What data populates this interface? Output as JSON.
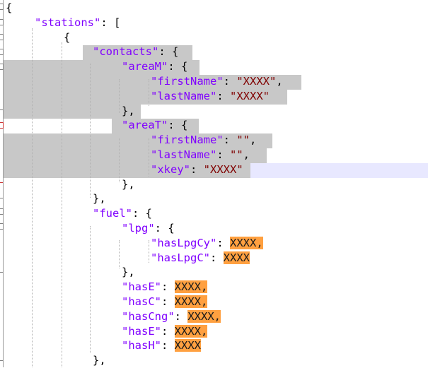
{
  "editor": {
    "lines": [
      {
        "indent": 0,
        "parts": [
          {
            "t": "punc",
            "v": "{"
          }
        ]
      },
      {
        "indent": 1,
        "parts": [
          {
            "t": "key",
            "v": "\"stations\""
          },
          {
            "t": "punc",
            "v": ": ["
          }
        ]
      },
      {
        "indent": 2,
        "parts": [
          {
            "t": "punc",
            "v": "{"
          }
        ]
      },
      {
        "indent": 3,
        "parts": [
          {
            "t": "key",
            "v": "\"contacts\""
          },
          {
            "t": "punc",
            "v": ": {"
          }
        ]
      },
      {
        "indent": 4,
        "parts": [
          {
            "t": "key",
            "v": "\"areaM\""
          },
          {
            "t": "punc",
            "v": ": {"
          }
        ]
      },
      {
        "indent": 5,
        "parts": [
          {
            "t": "key",
            "v": "\"firstName\""
          },
          {
            "t": "punc",
            "v": ": "
          },
          {
            "t": "str",
            "v": "\"XXXX\""
          },
          {
            "t": "punc",
            "v": ","
          }
        ]
      },
      {
        "indent": 5,
        "parts": [
          {
            "t": "key",
            "v": "\"lastName\""
          },
          {
            "t": "punc",
            "v": ": "
          },
          {
            "t": "str",
            "v": "\"XXXX\""
          }
        ]
      },
      {
        "indent": 4,
        "parts": [
          {
            "t": "punc",
            "v": "},"
          }
        ]
      },
      {
        "indent": 4,
        "parts": [
          {
            "t": "key",
            "v": "\"areaT\""
          },
          {
            "t": "punc",
            "v": ": {"
          }
        ]
      },
      {
        "indent": 5,
        "parts": [
          {
            "t": "key",
            "v": "\"firstName\""
          },
          {
            "t": "punc",
            "v": ": "
          },
          {
            "t": "str",
            "v": "\"\""
          },
          {
            "t": "punc",
            "v": ","
          }
        ]
      },
      {
        "indent": 5,
        "parts": [
          {
            "t": "key",
            "v": "\"lastName\""
          },
          {
            "t": "punc",
            "v": ": "
          },
          {
            "t": "str",
            "v": "\"\""
          },
          {
            "t": "punc",
            "v": ","
          }
        ]
      },
      {
        "indent": 5,
        "parts": [
          {
            "t": "key",
            "v": "\"xkey\""
          },
          {
            "t": "punc",
            "v": ": "
          },
          {
            "t": "str",
            "v": "\"XXXX\""
          }
        ]
      },
      {
        "indent": 4,
        "parts": [
          {
            "t": "punc",
            "v": "},"
          }
        ]
      },
      {
        "indent": 3,
        "parts": [
          {
            "t": "punc",
            "v": "},"
          }
        ]
      },
      {
        "indent": 3,
        "parts": [
          {
            "t": "key",
            "v": "\"fuel\""
          },
          {
            "t": "punc",
            "v": ": {"
          }
        ]
      },
      {
        "indent": 4,
        "parts": [
          {
            "t": "key",
            "v": "\"lpg\""
          },
          {
            "t": "punc",
            "v": ": {"
          }
        ]
      },
      {
        "indent": 5,
        "parts": [
          {
            "t": "key",
            "v": "\"hasLpgCy\""
          },
          {
            "t": "punc",
            "v": ": "
          },
          {
            "t": "mask",
            "v": "XXXX,"
          }
        ]
      },
      {
        "indent": 5,
        "parts": [
          {
            "t": "key",
            "v": "\"hasLpgC\""
          },
          {
            "t": "punc",
            "v": ": "
          },
          {
            "t": "mask",
            "v": "XXXX"
          }
        ]
      },
      {
        "indent": 4,
        "parts": [
          {
            "t": "punc",
            "v": "},"
          }
        ]
      },
      {
        "indent": 4,
        "parts": [
          {
            "t": "key",
            "v": "\"hasE\""
          },
          {
            "t": "punc",
            "v": ": "
          },
          {
            "t": "mask",
            "v": "XXXX,"
          }
        ]
      },
      {
        "indent": 4,
        "parts": [
          {
            "t": "key",
            "v": "\"hasC\""
          },
          {
            "t": "punc",
            "v": ": "
          },
          {
            "t": "mask",
            "v": "XXXX,"
          }
        ]
      },
      {
        "indent": 4,
        "parts": [
          {
            "t": "key",
            "v": "\"hasCng\""
          },
          {
            "t": "punc",
            "v": ": "
          },
          {
            "t": "mask",
            "v": "XXXX,"
          }
        ]
      },
      {
        "indent": 4,
        "parts": [
          {
            "t": "key",
            "v": "\"hasE\""
          },
          {
            "t": "punc",
            "v": ": "
          },
          {
            "t": "mask",
            "v": "XXXX,"
          }
        ]
      },
      {
        "indent": 4,
        "parts": [
          {
            "t": "key",
            "v": "\"hasH\""
          },
          {
            "t": "punc",
            "v": ": "
          },
          {
            "t": "mask",
            "v": "XXXX"
          }
        ]
      },
      {
        "indent": 3,
        "parts": [
          {
            "t": "punc",
            "v": "},"
          }
        ]
      }
    ]
  },
  "colors": {
    "key": "#8000ff",
    "string": "#800000",
    "selection": "#c8c8c8",
    "current_line": "#e8e8ff",
    "mask": "#ffa040"
  }
}
